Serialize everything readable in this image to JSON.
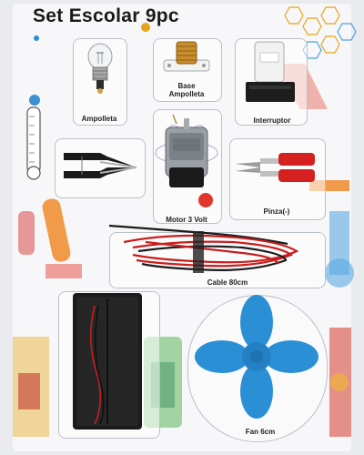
{
  "package": {
    "title": "Set Escolar 9pc"
  },
  "items": {
    "ampolleta": "Ampolleta",
    "base_ampolleta": "Base\nAmpolleta",
    "interruptor": "Interruptor",
    "motor": "Motor 3 Volt",
    "pinza": "Pinza(-)",
    "cable": "Cable 80cm",
    "fan": "Fan 6cm"
  },
  "colors": {
    "fan_blue": "#2b8fd6",
    "cable_red": "#c81e1e",
    "clip_red": "#d61f1f",
    "motor_gray": "#8f969c",
    "battery_black": "#1b1b1b"
  }
}
